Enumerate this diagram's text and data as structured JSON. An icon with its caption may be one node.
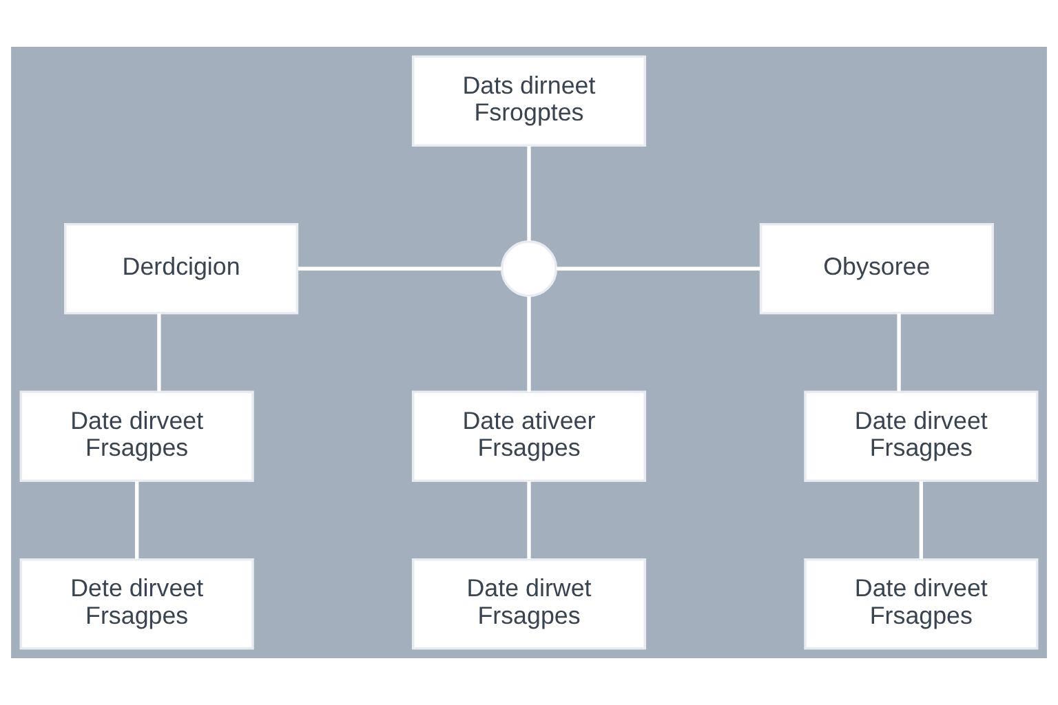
{
  "diagram": {
    "nodes": [
      {
        "text": [
          "Dats dirneet",
          "Fsrogptes"
        ]
      },
      {
        "text": [
          "Derdcigion"
        ]
      },
      {
        "text": [],
        "shape": "circle"
      },
      {
        "text": [
          "Obysoree"
        ]
      },
      {
        "text": [
          "Date dirveet",
          "Frsagpes"
        ]
      },
      {
        "text": [
          "Date ativeer",
          "Frsagpes"
        ]
      },
      {
        "text": [
          "Date dirveet",
          "Frsagpes"
        ]
      },
      {
        "text": [
          "Dete dirveet",
          "Frsagpes"
        ]
      },
      {
        "text": [
          "Date dirwet",
          "Frsagpes"
        ]
      },
      {
        "text": [
          "Date dirveet",
          "Frsagpes"
        ]
      }
    ],
    "edges": [
      {
        "from": 0,
        "to": 2,
        "arrow": "none"
      },
      {
        "from": 1,
        "to": 2,
        "arrow": "none"
      },
      {
        "from": 2,
        "to": 3,
        "arrow": "none"
      },
      {
        "from": 2,
        "to": 5,
        "arrow": "none"
      },
      {
        "from": 1,
        "to": 4,
        "arrow": "none"
      },
      {
        "from": 3,
        "to": 6,
        "arrow": "none"
      },
      {
        "from": 4,
        "to": 7,
        "arrow": "none"
      },
      {
        "from": 5,
        "to": 8,
        "arrow": "none"
      },
      {
        "from": 6,
        "to": 9,
        "arrow": "none"
      }
    ]
  }
}
